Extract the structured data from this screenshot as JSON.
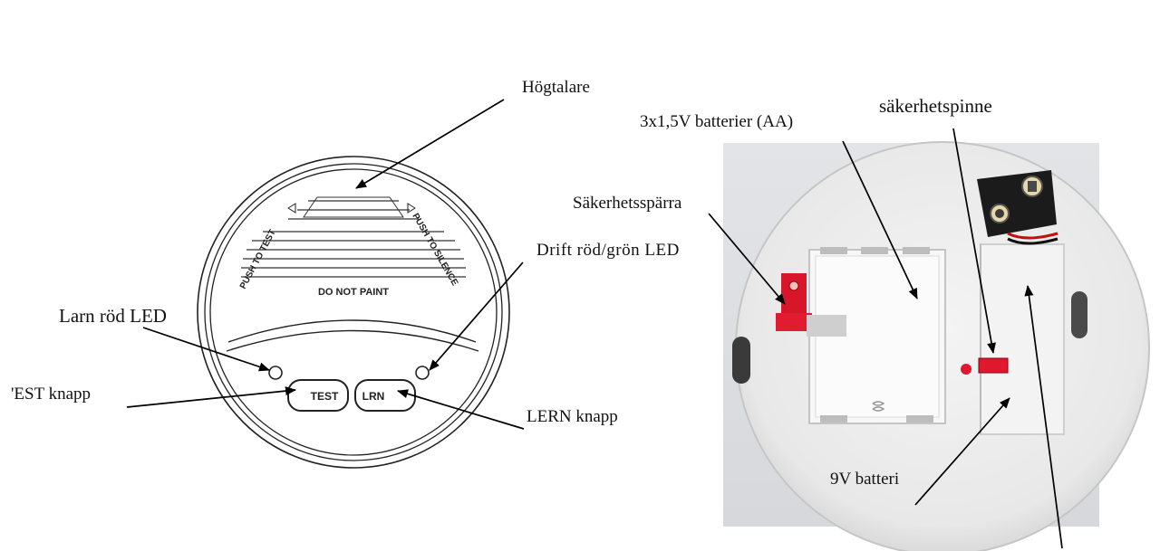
{
  "labels": {
    "speaker": "Högtalare",
    "alarm_led": "Larn röd LED",
    "test_button": "'EST knapp",
    "status_led": "Drift röd/grön LED",
    "learn_button": "LERN  knapp",
    "aa_batteries": "3x1,5V batterier (AA)",
    "safety_pin": "säkerhetspinne",
    "safety_latch": "Säkerhetsspärra",
    "battery_9v": "9V batteri"
  },
  "device": {
    "text_left": "PUSH TO TEST",
    "text_right": "PUSH TO SILENCE",
    "do_not_paint": "DO NOT PAINT",
    "test_key": "TEST",
    "learn_key": "LRN"
  }
}
